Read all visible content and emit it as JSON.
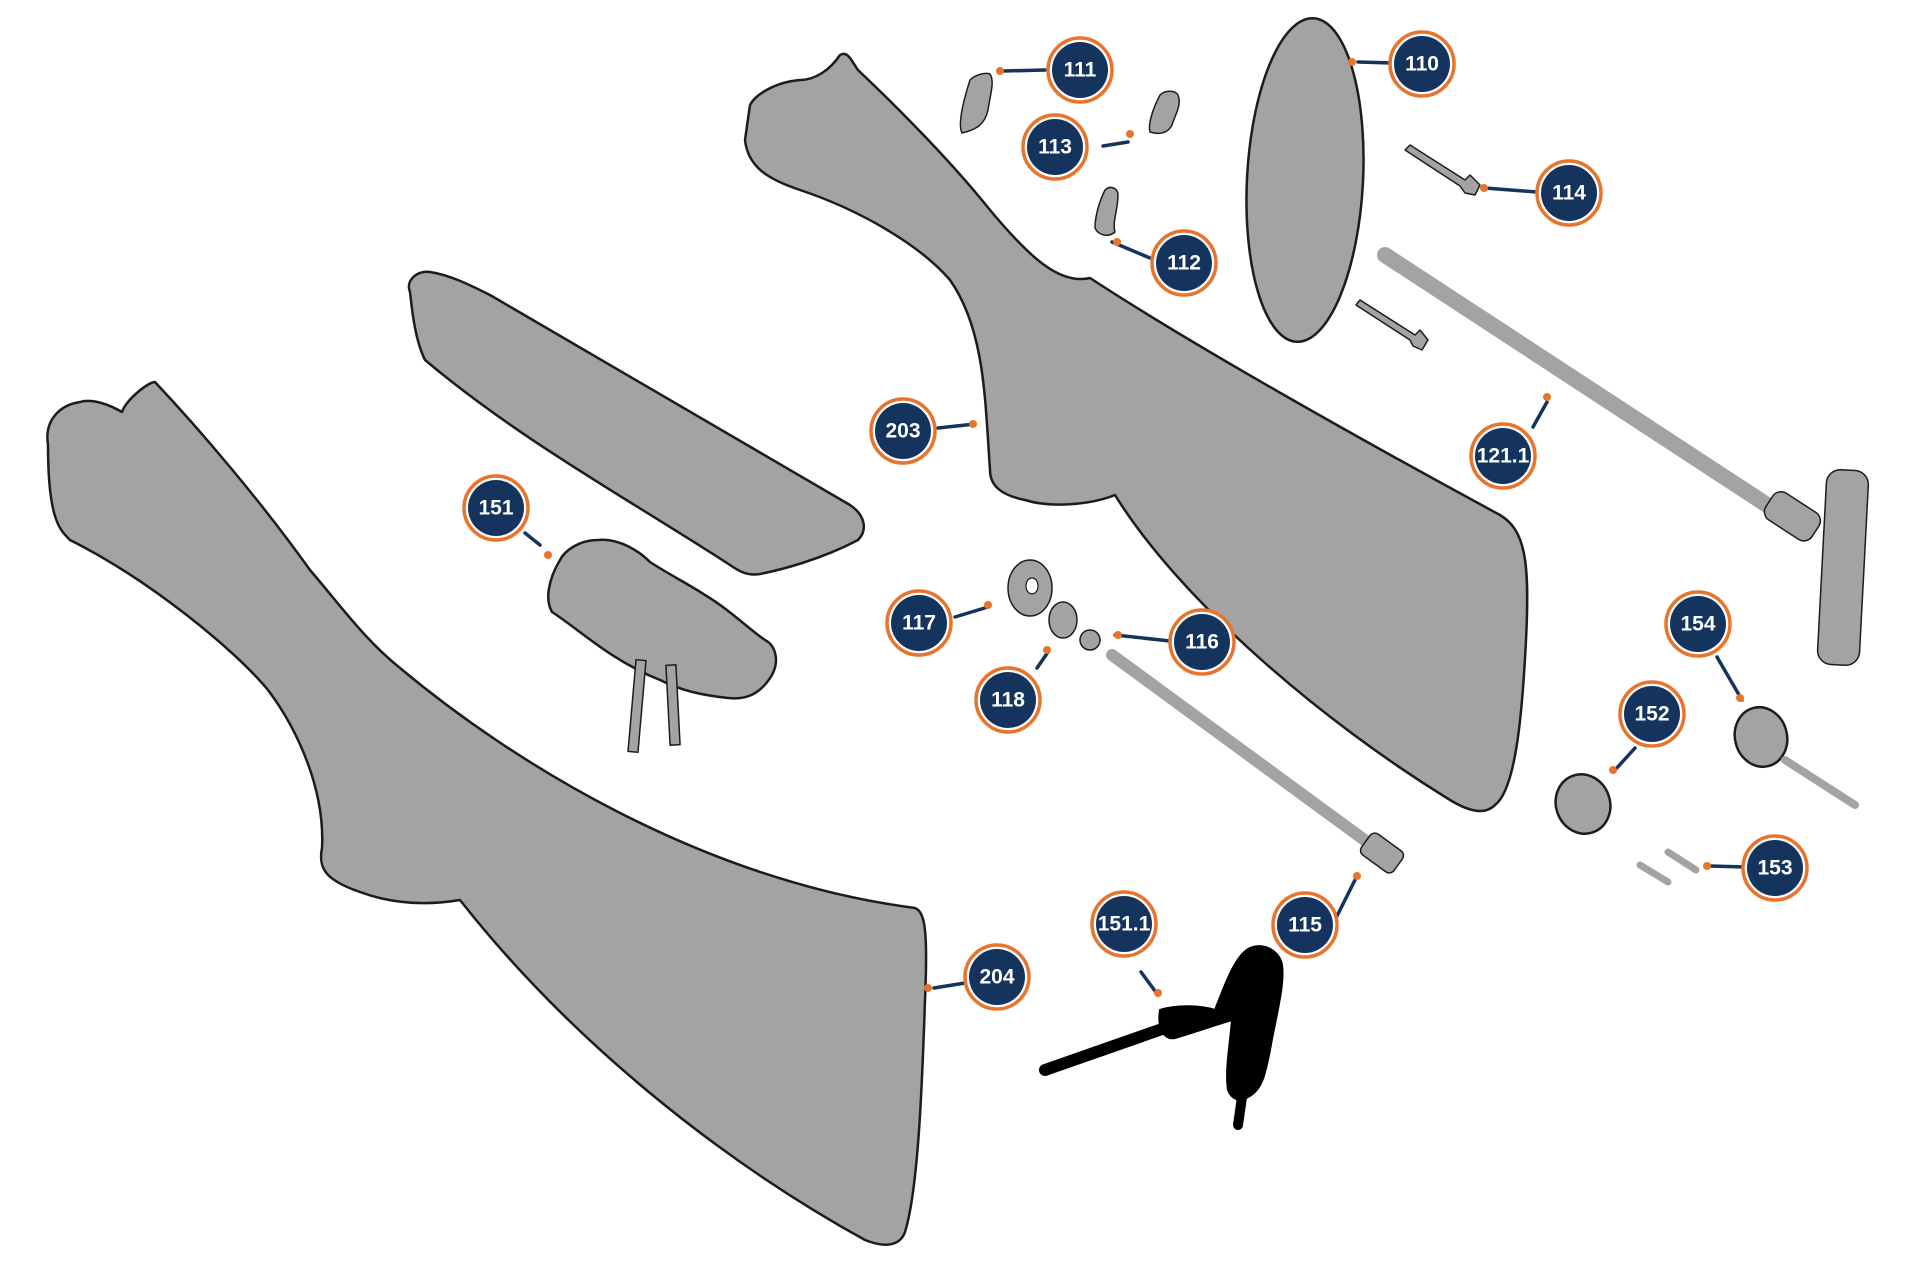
{
  "diagram": {
    "callouts": [
      {
        "id": "110",
        "label": "110"
      },
      {
        "id": "111",
        "label": "111"
      },
      {
        "id": "112",
        "label": "112"
      },
      {
        "id": "113",
        "label": "113"
      },
      {
        "id": "114",
        "label": "114"
      },
      {
        "id": "115",
        "label": "115"
      },
      {
        "id": "116",
        "label": "116"
      },
      {
        "id": "117",
        "label": "117"
      },
      {
        "id": "118",
        "label": "118"
      },
      {
        "id": "121-1",
        "label": "121.1"
      },
      {
        "id": "151",
        "label": "151"
      },
      {
        "id": "151-1",
        "label": "151.1"
      },
      {
        "id": "152",
        "label": "152"
      },
      {
        "id": "153",
        "label": "153"
      },
      {
        "id": "154",
        "label": "154"
      },
      {
        "id": "203",
        "label": "203"
      },
      {
        "id": "204",
        "label": "204"
      }
    ],
    "colors": {
      "part_fill": "#a3a3a3",
      "part_outline": "#1c1c1c",
      "highlighted_part": "#000000",
      "callout_fill": "#14345e",
      "callout_ring": "#e8742c",
      "leader_line": "#14345e",
      "leader_dot": "#e8742c"
    },
    "highlighted_part": "151.1"
  }
}
